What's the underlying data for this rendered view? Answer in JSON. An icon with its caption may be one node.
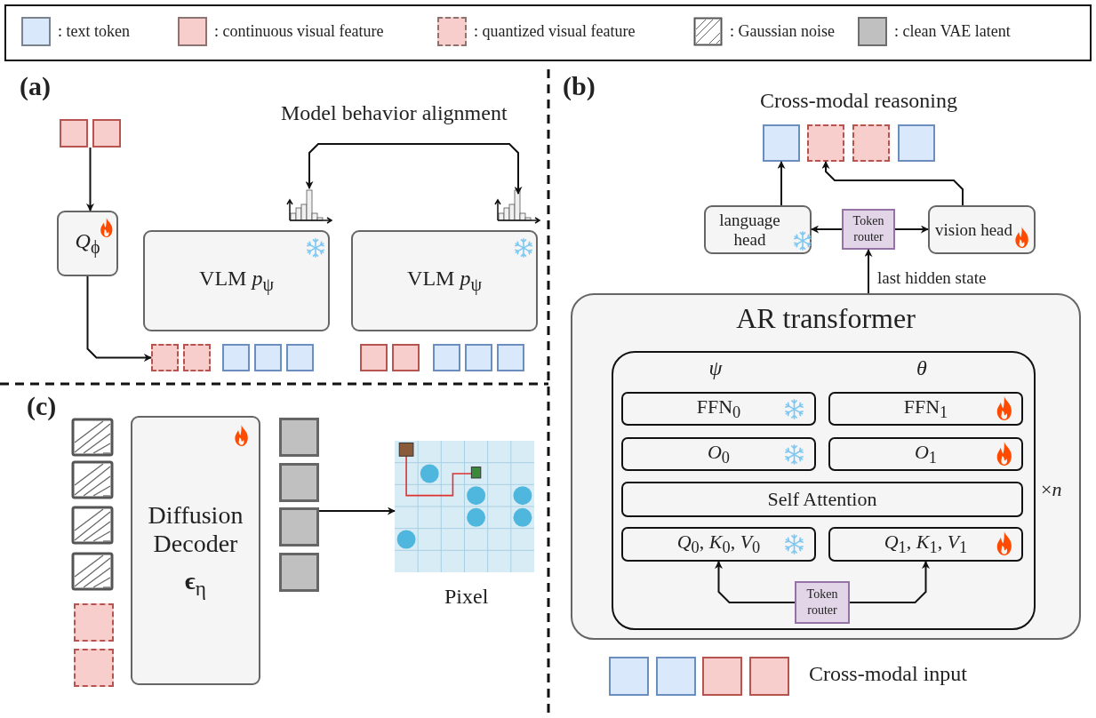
{
  "diagram": {
    "nodes": [
      {
        "text": [],
        "shape": "box"
      },
      {
        "text": [],
        "shape": "box"
      },
      {
        "text": [
          "*Q*$_{ϕ}$"
        ]
      },
      {
        "text": [
          "VLM *p*$_{ψ}$"
        ]
      },
      {
        "text": [
          "VLM *p*$_{ψ}$"
        ]
      },
      {
        "text": [],
        "shape": "picture"
      },
      {
        "text": [],
        "shape": "picture"
      },
      {
        "text": [],
        "shape": "box"
      },
      {
        "text": [],
        "shape": "box"
      },
      {
        "text": [],
        "shape": "box"
      },
      {
        "text": [],
        "shape": "box"
      },
      {
        "text": [],
        "shape": "box"
      },
      {
        "text": [],
        "shape": "box"
      },
      {
        "text": [],
        "shape": "box"
      },
      {
        "text": [],
        "shape": "box"
      },
      {
        "text": [],
        "shape": "box"
      },
      {
        "text": [],
        "shape": "box"
      },
      {
        "text": [],
        "shape": "box"
      },
      {
        "text": [],
        "shape": "box"
      },
      {
        "text": [],
        "shape": "box"
      },
      {
        "text": [],
        "shape": "box"
      },
      {
        "text": [
          "language head"
        ]
      },
      {
        "text": [
          "Token router"
        ]
      },
      {
        "text": [
          "vision head"
        ]
      },
      {
        "text": [
          "AR transformer"
        ]
      },
      {
        "text": [
          "ψ",
          "θ"
        ],
        "in": 24,
        "beside": [
          "×*n*"
        ]
      },
      {
        "text": [
          "FFN$_{0}$"
        ],
        "in": 25
      },
      {
        "text": [
          "FFN$_{1}$"
        ],
        "in": 25
      },
      {
        "text": [
          "*O*$_{0}$"
        ],
        "in": 25
      },
      {
        "text": [
          "*O*$_{1}$"
        ],
        "in": 25
      },
      {
        "text": [
          "Self Attention"
        ],
        "in": 25
      },
      {
        "text": [
          "*Q*$_{0}$, *K*$_{0}$, *V*$_{0}$"
        ],
        "in": 25
      },
      {
        "text": [
          "*Q*$_{1}$, *K*$_{1}$, *V*$_{1}$"
        ],
        "in": 25
      },
      {
        "text": [
          "Token router"
        ],
        "in": 25
      },
      {
        "text": [],
        "shape": "box"
      },
      {
        "text": [],
        "shape": "box"
      },
      {
        "text": [],
        "shape": "box"
      },
      {
        "text": [],
        "shape": "box"
      },
      {
        "text": [],
        "shape": "box"
      },
      {
        "text": [],
        "shape": "box"
      },
      {
        "text": [],
        "shape": "box"
      },
      {
        "text": [],
        "shape": "box"
      },
      {
        "text": [],
        "shape": "box"
      },
      {
        "text": [],
        "shape": "box"
      },
      {
        "text": [
          "Diffusion Decoder",
          "**ϵ**$_{η}$"
        ]
      },
      {
        "text": [],
        "shape": "box"
      },
      {
        "text": [],
        "shape": "box"
      },
      {
        "text": [],
        "shape": "box"
      },
      {
        "text": [],
        "shape": "box"
      },
      {
        "text": [],
        "shape": "picture"
      }
    ],
    "edges": [
      {
        "from": 0,
        "to": 2,
        "arrow": "to"
      },
      {
        "from": 1,
        "to": 2,
        "arrow": "to"
      },
      {
        "from": 2,
        "to": 7,
        "arrow": "to"
      },
      {
        "from": 5,
        "to": 6,
        "arrow": "both"
      },
      {
        "from": 21,
        "to": 17,
        "arrow": "to"
      },
      {
        "from": 23,
        "to": 18,
        "arrow": "to"
      },
      {
        "from": 22,
        "to": 21,
        "arrow": "to"
      },
      {
        "from": 22,
        "to": 23,
        "arrow": "to"
      },
      {
        "from": 24,
        "to": 22,
        "arrow": "to",
        "label": "last hidden state"
      },
      {
        "from": 33,
        "to": 31,
        "arrow": "to"
      },
      {
        "from": 33,
        "to": 32,
        "arrow": "to"
      },
      {
        "from": 47,
        "to": 49,
        "arrow": "to"
      }
    ],
    "labels": [
      "(a)",
      "Model behavior alignment",
      "(b)",
      "Cross-modal reasoning",
      "Cross-modal input",
      "(c)",
      "Pixel"
    ],
    "legend": [
      {
        "text": ": text token",
        "color": "#dae8fc"
      },
      {
        "text": ": continuous visual feature",
        "color": "#f8cecc"
      },
      {
        "text": ": quantized visual feature",
        "color": "#f8cecc"
      },
      {
        "text": ": Gaussian noise"
      },
      {
        "text": ": clean VAE latent",
        "color": "#c0c0c0"
      }
    ]
  }
}
